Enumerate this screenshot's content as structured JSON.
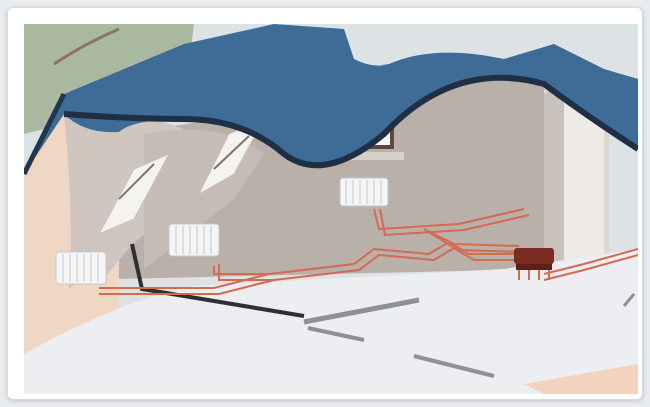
{
  "figure": {
    "icons": [
      "roof",
      "skylight-window",
      "gable-window",
      "radiator",
      "heating-pipes",
      "manifold"
    ],
    "colors": {
      "roof": "#3e6c97",
      "roof_edge": "#1f2f44",
      "wall": "#b4aba5",
      "floor": "#eceef2",
      "pipe": "#d46a50",
      "manifold": "#7a2b22",
      "radiator": "#f4f5f6",
      "sky_tree": "#a9b9a0",
      "gable": "#f0d7c3"
    }
  }
}
